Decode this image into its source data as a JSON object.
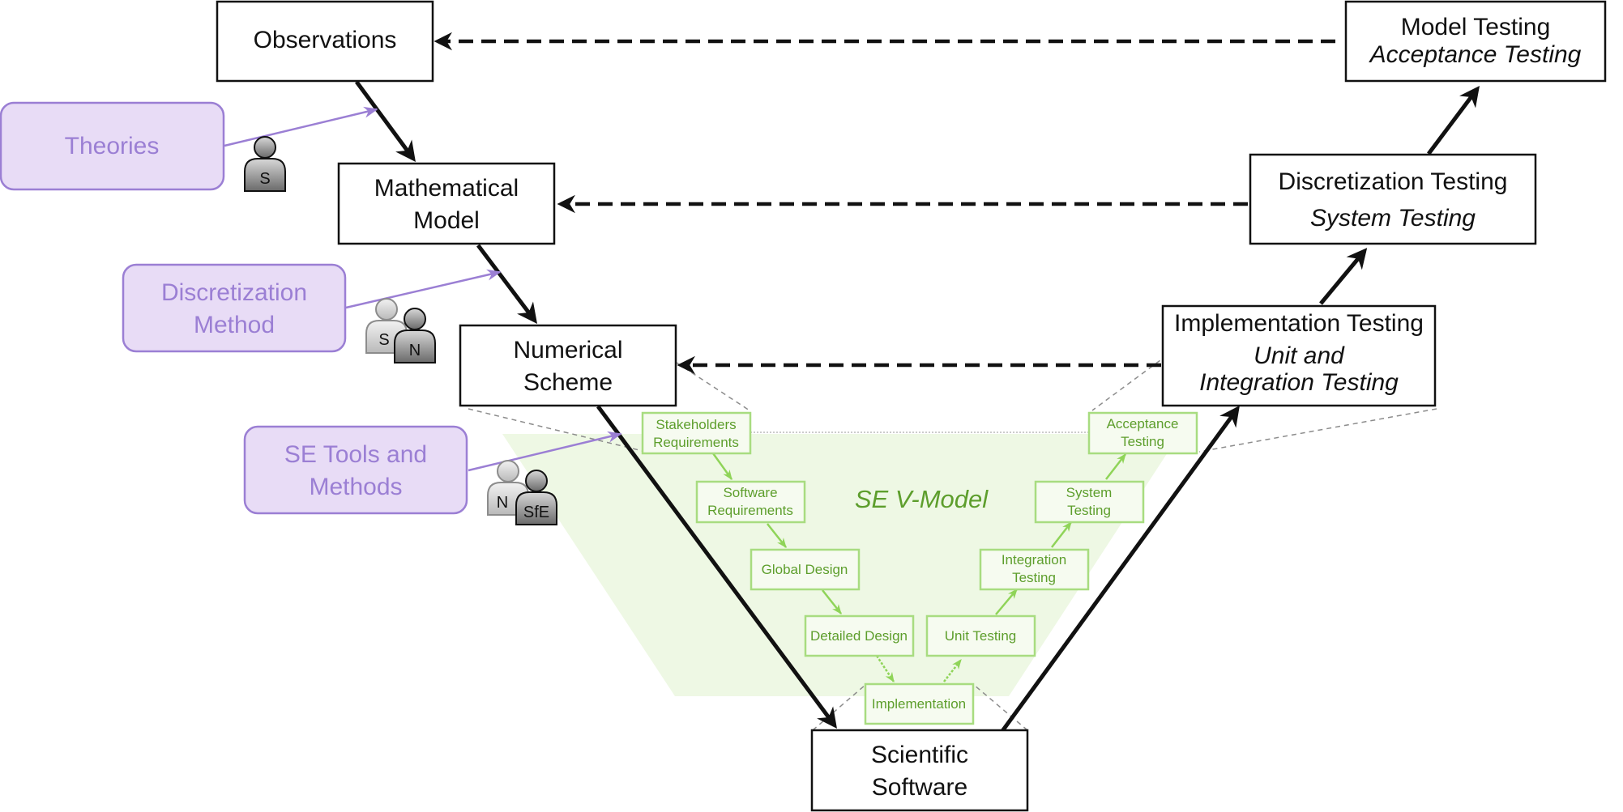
{
  "main_boxes": {
    "observations": "Observations",
    "math_model_1": "Mathematical",
    "math_model_2": "Model",
    "numerical_1": "Numerical",
    "numerical_2": "Scheme",
    "scientific_1": "Scientific",
    "scientific_2": "Software",
    "impl_testing_1": "Implementation Testing",
    "impl_testing_2": "Unit and",
    "impl_testing_3": "Integration Testing",
    "disc_testing_1": "Discretization Testing",
    "disc_testing_2": "System Testing",
    "model_testing_1": "Model Testing",
    "model_testing_2": "Acceptance Testing"
  },
  "inputs": {
    "theories": "Theories",
    "discretization_1": "Discretization",
    "discretization_2": "Method",
    "se_tools_1": "SE Tools and",
    "se_tools_2": "Methods"
  },
  "people": {
    "s1": "S",
    "s2": "S",
    "n1": "N",
    "n2": "N",
    "sfe": "SfE"
  },
  "vmodel": {
    "title": "SE V-Model",
    "stakeholders_1": "Stakeholders",
    "stakeholders_2": "Requirements",
    "software_1": "Software",
    "software_2": "Requirements",
    "global_design": "Global Design",
    "detailed_design": "Detailed Design",
    "implementation": "Implementation",
    "unit_testing": "Unit Testing",
    "integration_1": "Integration",
    "integration_2": "Testing",
    "system_1": "System",
    "system_2": "Testing",
    "acceptance_1": "Acceptance",
    "acceptance_2": "Testing"
  },
  "colors": {
    "black": "#111111",
    "purple": "#9b7fd4",
    "purple_fill": "#e8dcf6",
    "green": "#5d9e2c",
    "green_box": "#a8dc80",
    "green_fill": "#eef8e4"
  }
}
